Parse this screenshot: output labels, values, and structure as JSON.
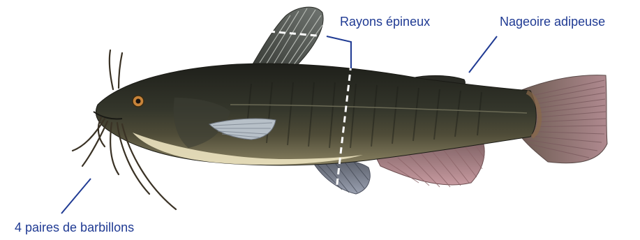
{
  "labels": {
    "spiny_rays": "Rayons épineux",
    "adipose_fin": "Nageoire adipeuse",
    "barbels": "4 paires de barbillons"
  },
  "colors": {
    "label_text": "#1f3a93",
    "leader_line": "#1f3a93",
    "body_dark": "#2a2c23",
    "belly": "#ece3c0",
    "fin_pink": "#b88890",
    "dashed_guide": "#ffffff"
  },
  "illustration": {
    "subject": "catfish",
    "barbel_pairs": 4
  }
}
